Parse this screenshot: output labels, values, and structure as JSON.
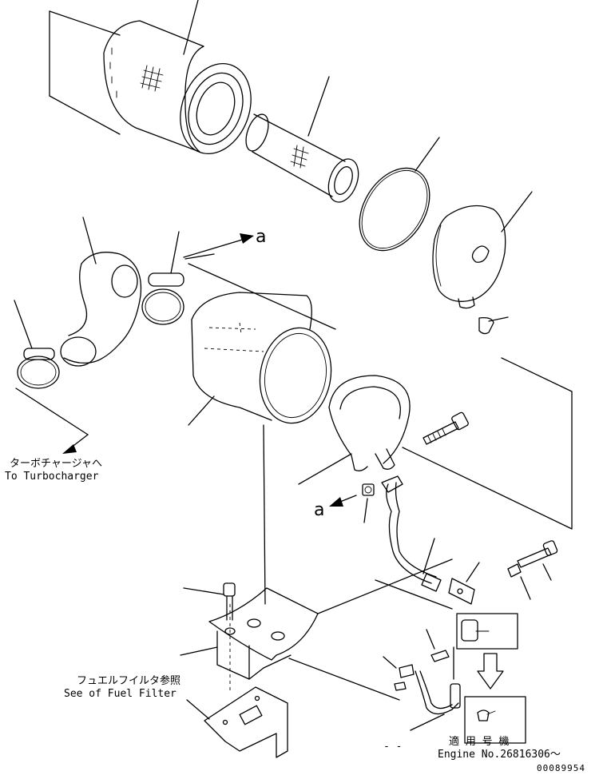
{
  "labels": {
    "arrow_a_top": "a",
    "arrow_a_bottom": "a",
    "turbo_jp": "ターボチャージャへ",
    "turbo_en": "To Turbocharger",
    "fuel_jp": "フュエルフイルタ参照",
    "fuel_en": "See of Fuel Filter",
    "engine_jp": "適 用 号 機",
    "engine_en": "Engine No.26816306～",
    "drawing_no": "00089954",
    "dash_mark": "- -"
  }
}
